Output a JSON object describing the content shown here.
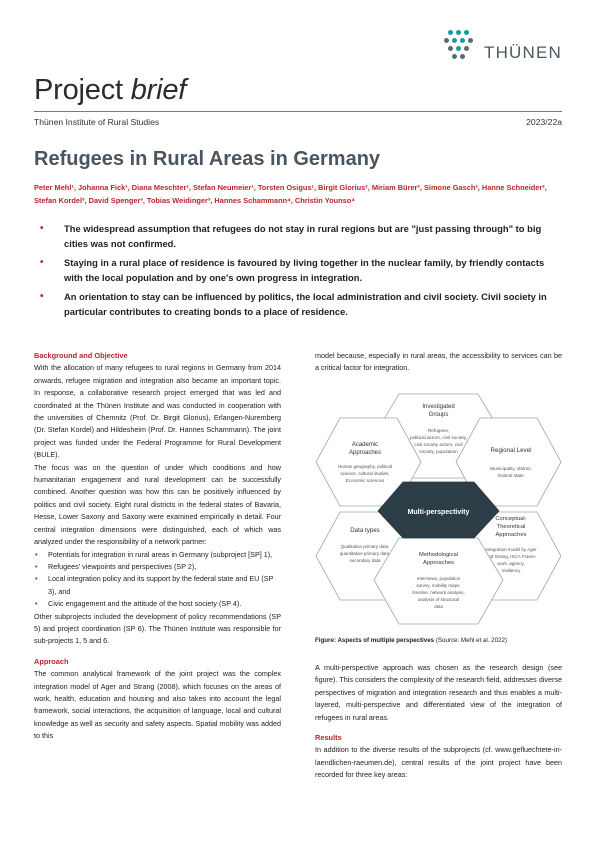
{
  "header": {
    "logo_text": "THÜNEN",
    "brief_title_plain": "Project",
    "brief_title_italic": "brief",
    "institute": "Thünen Institute of Rural Studies",
    "issue": "2023/22a"
  },
  "title": "Refugees in Rural Areas in Germany",
  "authors": "Peter Mehl¹, Johanna Fick¹, Diana Meschter¹, Stefan Neumeier¹, Torsten Osigus¹, Birgit Glorius², Miriam Bürer², Simone Gasch², Hanne Schneider², Stefan Kordel³, David Spenger³, Tobias Weidinger³, Hannes Schammann⁴, Christin Younso⁴",
  "key_points": [
    "The widespread assumption that refugees do not stay in rural regions but are \"just passing through\" to big cities was not confirmed.",
    "Staying in a rural place of residence is favoured by living together in the nuclear family, by friendly contacts with the local population and by one's own progress in integration.",
    "An orientation to stay can be influenced by politics, the local administration and civil society. Civil society in particular contributes to creating bonds to a place of residence."
  ],
  "background": {
    "heading": "Background and Objective",
    "p1": "With the allocation of many refugees to rural regions in Germany from 2014 onwards, refugee migration and integration also became an important topic. In response, a collaborative research project emerged that was led and coordinated at the Thünen Institute and was conducted in cooperation with the universities of Chemnitz (Prof. Dr. Birgit Glorius), Erlangen-Nuremberg (Dr. Stefan Kordel) and Hildesheim (Prof. Dr. Hannes Schammann). The joint project was funded under the Federal Programme for Rural Development (BULE).",
    "p2": "The focus was on the question of under which conditions and how humanitarian engagement and rural development can be successfully combined. Another question was how this can be positively influenced by politics and civil society. Eight rural districts in the federal states of Bavaria, Hesse, Lower Saxony and Saxony were examined empirically in detail. Four central integration dimensions were distinguished, each of which was analyzed under the responsibility of a network partner:",
    "subprojects": [
      "Potentials for integration in rural areas in Germany (subproject [SP] 1),",
      "Refugees' viewpoints and perspectives (SP 2),",
      "Local integration policy and its support by the federal state and EU (SP 3), and",
      "Civic engagement and the attitude of the host society (SP 4)."
    ],
    "p3": "Other subprojects included the development of policy recommendations (SP 5) and project coordination (SP 6). The Thünen Institute was responsible for sub-projects 1, 5 and 6."
  },
  "approach": {
    "heading": "Approach",
    "p1": "The common analytical framework of the joint project was the complex integration model of Ager and Strang (2008), which focuses on the areas of work, health, education and housing and also takes into account the legal framework, social interactions, the acquisition of language, local and cultural knowledge as well as security and safety aspects. Spatial mobility was added to this"
  },
  "right_col": {
    "p_cont": "model because, especially in rural areas, the accessibility to services can be a critical factor for integration.",
    "caption_bold": "Figure: Aspects of multiple perspectives",
    "caption_rest": " (Source: Mehl et al. 2022)",
    "p_multi": "A multi-perspective approach was chosen as the research design (see figure). This considers the complexity of the research field, addresses diverse perspectives of migration and integration research and thus enables a multi-layered, multi-perspective and differentiated view of the integration of refugees in rural areas.",
    "results_heading": "Results",
    "p_results": "In addition to the diverse results of the subprojects (cf. www.gefluechtete-in-laendlichen-raeumen.de), central results of the joint project have been recorded for three key areas:"
  },
  "figure": {
    "center": "Multi-perspectivity",
    "cells": [
      {
        "title": "Investigated Groups",
        "body": "Refugees, political actors, civil society actors, civil society, population"
      },
      {
        "title": "Regional Level",
        "body": "Municipality, district, federal state"
      },
      {
        "title": "Conceptual-Theoretical Approaches",
        "body": "Integration model by Ager and Strang, ISCA Framework, agency, resiliency"
      },
      {
        "title": "Methodological Approaches",
        "body": "Interviews, population survey, mobility maps, timeline, network analysis, analysis of structural data"
      },
      {
        "title": "Data types",
        "body": "Qualitative primary data, quantitative primary data, secondary data"
      },
      {
        "title": "Academic Approaches",
        "body": "Human geography, political science, cultural studies, Economic sciences"
      }
    ]
  },
  "colors": {
    "accent_red": "#b7262b",
    "title_gray": "#4a5560",
    "hex_center": "#2d3d47",
    "hex_fill": "#ffffff",
    "hex_stroke": "#9aa7ae"
  }
}
